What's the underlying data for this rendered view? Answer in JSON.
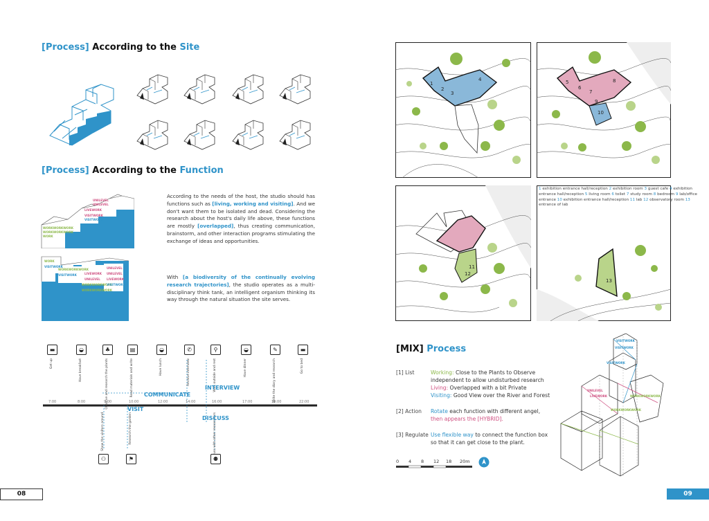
{
  "left_page": {
    "site_heading": {
      "bracket_word": "[Process]",
      "rest": "According to the",
      "highlight": "Site"
    },
    "function_heading": {
      "bracket_word": "[Process]",
      "rest": "According to the",
      "highlight": "Function"
    },
    "paragraph1": {
      "p1": "According to the needs of the host, the studio should has functions such as",
      "h1": "[living, working and visiting]",
      "p2": ". And we don't want them to be isolated and dead. Considering the research about the host's daily life above, these functions are mostly",
      "h2": "[overlapped]",
      "p3": ", thus creating communication, brainstorm, and other interaction programs stimulating the exchange of ideas and opportunities."
    },
    "paragraph2": {
      "p1": "With",
      "h1": "[a biodiversity of the continually evolving research trajectories]",
      "p2": ", the studio operates as a multi-disciplinary think tank, an intelligent organism thinking its way through the natural situation the site serves."
    },
    "function_diagram_labels": {
      "work": "WORK",
      "workwork": "WORKWORKWORK",
      "unilevel": "UNILEVEL",
      "livework": "LIVEWORK",
      "visitwork": "VISITWORK"
    },
    "timeline": {
      "labels": {
        "communicate": "COMMUNICATE",
        "interview": "INTERVIEW",
        "visit": "VISIT",
        "discuss": "DISCUSS"
      },
      "times": [
        "7:00",
        "8:00",
        "9:00",
        "10:00",
        "12:00",
        "14:00",
        "16:00",
        "17:00",
        "19:00",
        "22:00"
      ],
      "top_icons": [
        {
          "icon": "bed-icon",
          "glyph": "▬",
          "caption": "Get up"
        },
        {
          "icon": "breakfast-icon",
          "glyph": "◒",
          "caption": "Have breakfast"
        },
        {
          "icon": "plant-icon",
          "glyph": "♣",
          "caption": "Observe and research the plants"
        },
        {
          "icon": "reading-icon",
          "glyph": "▤",
          "caption": "Read materials and write"
        },
        {
          "icon": "lunch-icon",
          "glyph": "◒",
          "caption": "Have lunch"
        },
        {
          "icon": "telescope-icon",
          "glyph": "✆",
          "caption": "Receive interview"
        },
        {
          "icon": "walk-icon",
          "glyph": "⚲",
          "caption": "Walk outside and rest"
        },
        {
          "icon": "dinner-icon",
          "glyph": "◒",
          "caption": "Have dinner"
        },
        {
          "icon": "writing-icon",
          "glyph": "✎",
          "caption": "Write the diary and research"
        },
        {
          "icon": "sleep-icon",
          "glyph": "▬",
          "caption": "Go to bed"
        }
      ],
      "bottom_icons": [
        {
          "icon": "visitors-icon",
          "glyph": "⚇",
          "caption": "Show the visitors around"
        },
        {
          "icon": "research-icon",
          "glyph": "⚑",
          "caption": "Research the garden"
        },
        {
          "icon": "discuss-icon",
          "glyph": "⚉",
          "caption": "Discuss with other researchers"
        }
      ]
    },
    "page_number": "08"
  },
  "right_page": {
    "legend": [
      {
        "n": "1",
        "t": "exhibition entrance hall/reception"
      },
      {
        "n": "2",
        "t": "exhibition room"
      },
      {
        "n": "3",
        "t": "guest cafe"
      },
      {
        "n": "4",
        "t": "exhibition entrance hall/reception"
      },
      {
        "n": "5",
        "t": "living room"
      },
      {
        "n": "6",
        "t": "toilet"
      },
      {
        "n": "7",
        "t": "study room"
      },
      {
        "n": "8",
        "t": "bedroom"
      },
      {
        "n": "9",
        "t": "lab/office entrance"
      },
      {
        "n": "10",
        "t": "exhibition entrance hall/reception"
      },
      {
        "n": "11",
        "t": "lab"
      },
      {
        "n": "12",
        "t": "observatory room"
      },
      {
        "n": "13",
        "t": "entrance of lab"
      }
    ],
    "plan_numbers": {
      "tl": [
        "1",
        "2",
        "3",
        "4"
      ],
      "tr": [
        "5",
        "6",
        "7",
        "8",
        "9",
        "10"
      ],
      "bl": [
        "11",
        "12"
      ],
      "br": [
        "13"
      ]
    },
    "mix_heading": {
      "bracket_word": "[MIX]",
      "highlight": "Process"
    },
    "mix_steps": [
      {
        "key": "[1] List",
        "lines": [
          {
            "c": "c-green",
            "lead": "Working:",
            "text": " Close to the Plants to Observe"
          },
          {
            "c": "",
            "lead": "",
            "text": "independent to allow undisturbed research"
          },
          {
            "c": "c-pink",
            "lead": "Living:",
            "text": " Overlapped with a bit Private"
          },
          {
            "c": "c-blue",
            "lead": "Visiting:",
            "text": " Good View over the River and Forest"
          }
        ]
      },
      {
        "key": "[2] Action",
        "lines": [
          {
            "c": "c-blue",
            "lead": "Rotate",
            "text": " each function with different angel,"
          },
          {
            "c": "c-pink",
            "lead": "",
            "text": "then appears the [HYBRID]."
          }
        ]
      },
      {
        "key": "[3] Regulate",
        "lines": [
          {
            "c": "c-blue",
            "lead": "Use flexible way",
            "text": " to connect the function box"
          },
          {
            "c": "",
            "lead": "",
            "text": "so that it can get close to the plant."
          }
        ]
      }
    ],
    "scale": {
      "ticks": [
        "0",
        "4",
        "8",
        "12",
        "18",
        "20m"
      ]
    },
    "page_number": "09"
  }
}
